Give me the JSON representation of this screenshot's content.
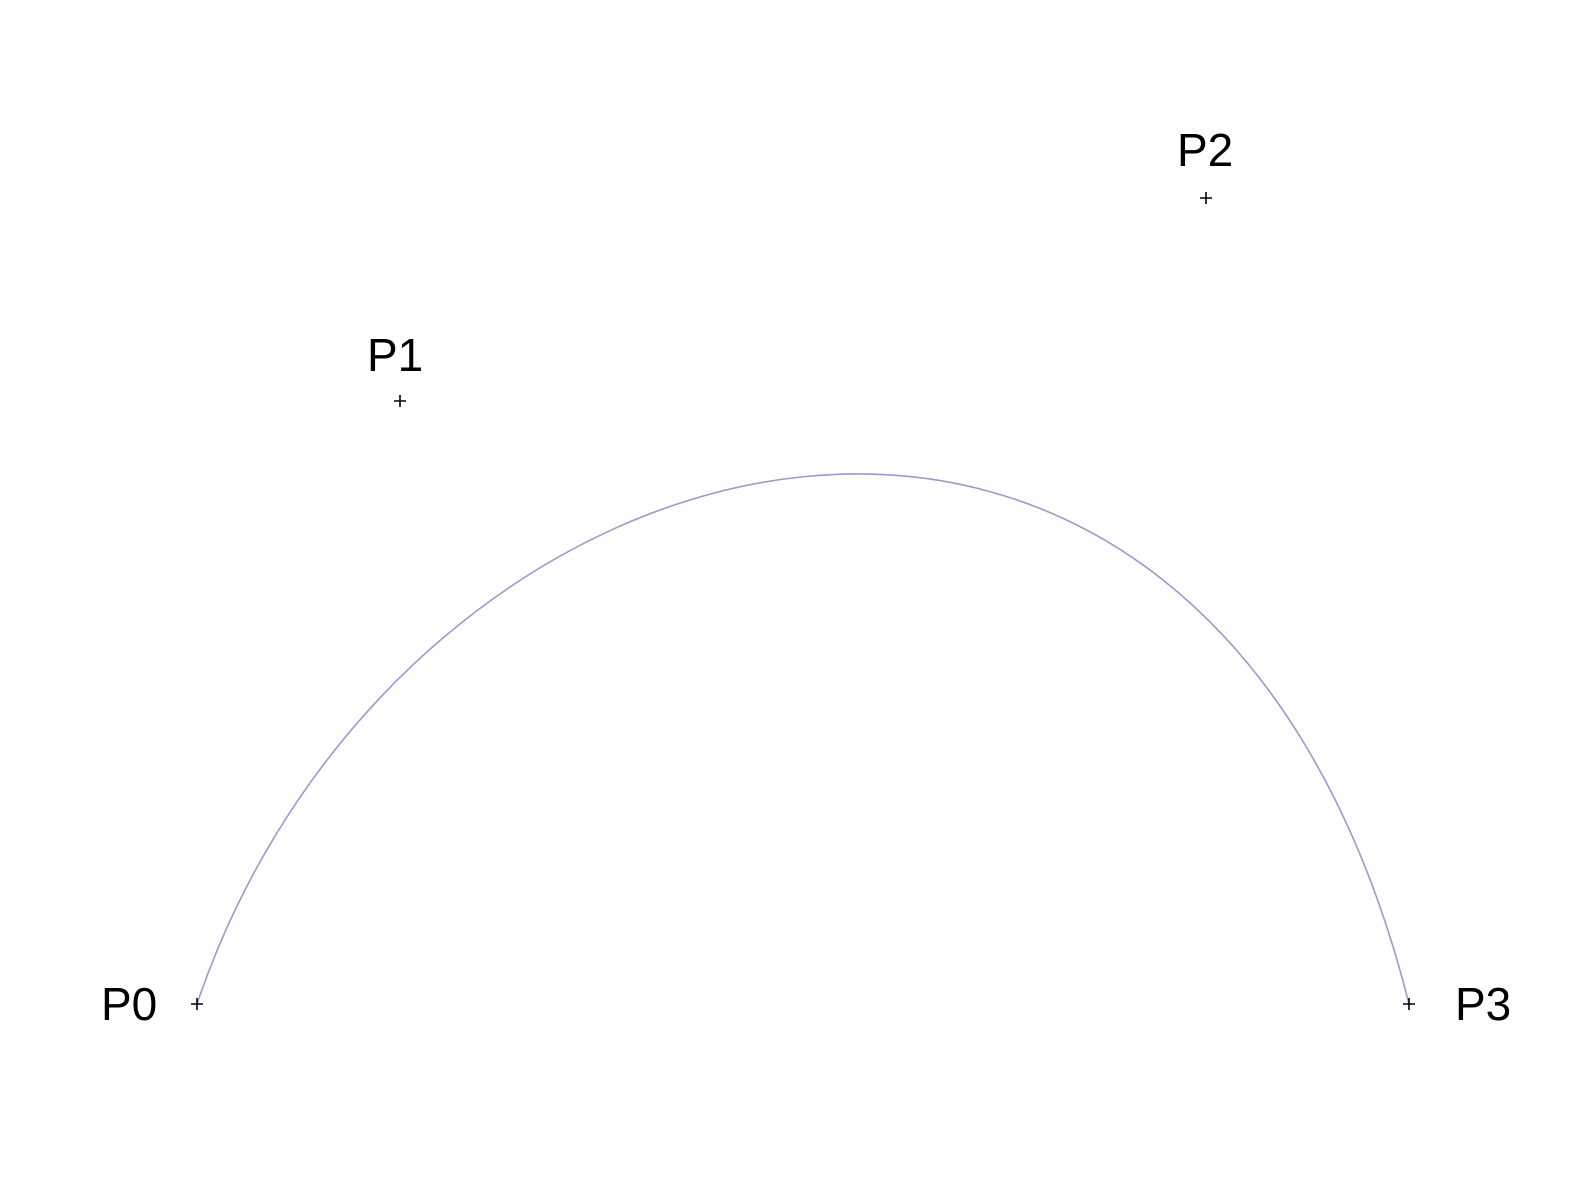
{
  "curve": {
    "type": "cubic-bezier",
    "color": "#9a9acc"
  },
  "marker_color": "#000000",
  "points": [
    {
      "id": "p0",
      "label": "P0"
    },
    {
      "id": "p1",
      "label": "P1"
    },
    {
      "id": "p2",
      "label": "P2"
    },
    {
      "id": "p3",
      "label": "P3"
    }
  ]
}
